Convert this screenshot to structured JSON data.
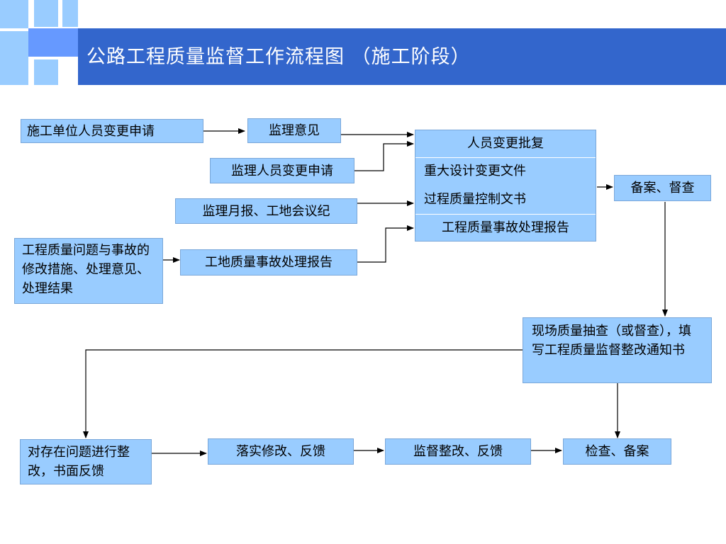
{
  "title": "公路工程质量监督工作流程图 （施工阶段）",
  "colors": {
    "banner": "#3366cc",
    "box_fill": "#99ccff",
    "deco_light": "#99ccff",
    "deco_mid": "#6699ff",
    "connector": "#000000"
  },
  "boxes": {
    "contractor_change": "施工单位人员变更申请",
    "supervisor_opinion": "监理意见",
    "supervisor_change": "监理人员变更申请",
    "monthly_report": "监理月报、工地会议纪",
    "quality_issue": "工程质量问题与事故的修改措施、处理意见、处理结果",
    "site_accident_report": "工地质量事故处理报告",
    "filing_supervision": "备案、督查",
    "spot_check": "现场质量抽查（或督查），填写工程质量监督整改通知书",
    "rectify_problems": "对存在问题进行整改，书面反馈",
    "implement_rectification": "落实修改、反馈",
    "supervise_rectification": "监督整改、反馈",
    "inspect_filing": "检查、备案"
  },
  "approval_stack": {
    "personnel_approval": "人员变更批复",
    "major_design_change": "重大设计变更文件",
    "process_quality_doc": "过程质量控制文书",
    "accident_report": "工程质量事故处理报告"
  }
}
